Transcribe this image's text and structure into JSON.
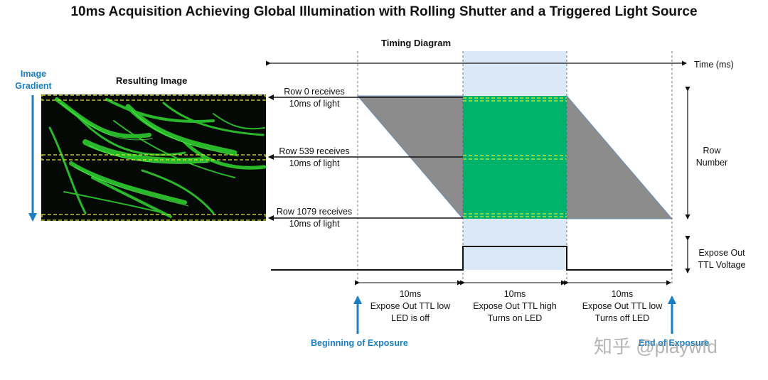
{
  "title": "10ms Acquisition Achieving Global Illumination with Rolling Shutter and a Triggered Light Source",
  "timing_diagram_label": "Timing Diagram",
  "resulting_image_label": "Resulting Image",
  "image_gradient_label": "Image\nGradient",
  "time_axis_label": "Time (ms)",
  "row_number_label": "Row\nNumber",
  "expose_out_label": "Expose Out\nTTL Voltage",
  "rows": [
    {
      "label": "Row 0 receives\n10ms of light"
    },
    {
      "label": "Row 539 receives\n10ms of light"
    },
    {
      "label": "Row 1079 receives\n10ms of light"
    }
  ],
  "phases": [
    {
      "duration": "10ms",
      "label": "Expose Out TTL low\nLED is off"
    },
    {
      "duration": "10ms",
      "label": "Expose Out TTL high\nTurns on LED"
    },
    {
      "duration": "10ms",
      "label": "Expose Out TTL low\nTurns off LED"
    }
  ],
  "beginning_label": "Beginning of Exposure",
  "end_label": "End of Exposure",
  "watermark": "知乎 @playwfd",
  "colors": {
    "accent_blue": "#1a7fc4",
    "led_green": "#00b36b",
    "shutter_gray": "#8c8c8c",
    "led_window": "#dbe9f6",
    "dash_yellow": "#e8e81e"
  }
}
